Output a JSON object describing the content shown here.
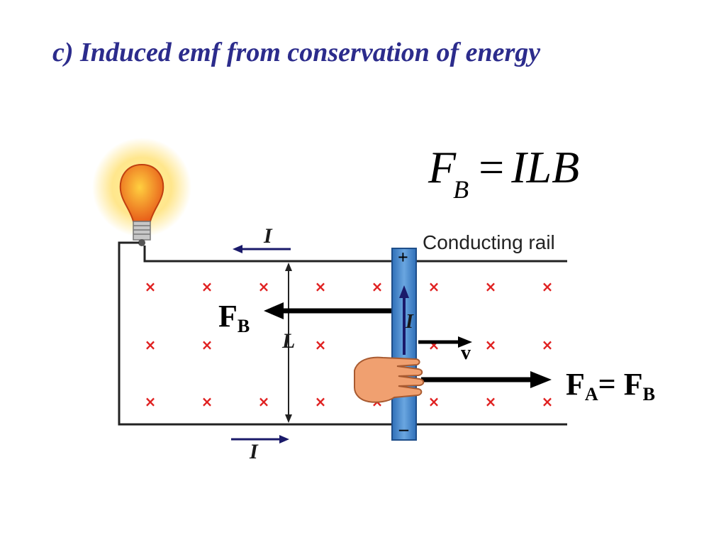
{
  "title": "c) Induced emf from conservation of energy",
  "formula": {
    "lhs": "F",
    "lhs_sub": "B",
    "eq": "=",
    "rhs": "ILB"
  },
  "rail_label": "Conducting rail",
  "labels": {
    "current_top": "I",
    "current_bottom": "I",
    "current_rod": "I",
    "length": "L",
    "velocity": "v",
    "plus": "+",
    "minus": "–",
    "field_marker": "×",
    "force_b": {
      "main": "F",
      "sub": "B"
    },
    "force_a_eq": {
      "a_main": "F",
      "a_sub": "A",
      "eq": "= ",
      "b_main": "F",
      "b_sub": "B"
    }
  },
  "colors": {
    "title": "#2c2c8c",
    "field_marker": "#e02020",
    "rod": "#4a86c8",
    "current_arrow": "#1a1a6a",
    "bulb": "#f07820"
  },
  "icons": {
    "bulb": "light-bulb-icon",
    "hand": "hand-icon"
  }
}
